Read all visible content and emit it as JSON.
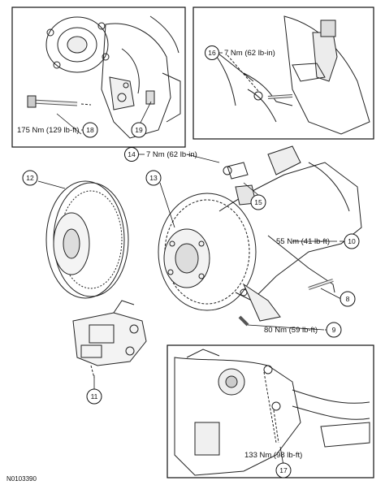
{
  "figure_id": "N0103390",
  "callouts": [
    {
      "num": "12"
    },
    {
      "num": "13"
    },
    {
      "num": "14",
      "torque": "7 Nm (62 lb-in)"
    },
    {
      "num": "15"
    },
    {
      "num": "16",
      "torque": "7 Nm (62 lb-in)"
    },
    {
      "num": "18",
      "torque": "175 Nm (129 lb-ft)"
    },
    {
      "num": "19"
    },
    {
      "num": "10",
      "torque": "55 Nm (41 lb-ft)"
    },
    {
      "num": "8"
    },
    {
      "num": "9",
      "torque": "80 Nm (59 lb-ft)"
    },
    {
      "num": "11"
    },
    {
      "num": "17",
      "torque": "133 Nm (98 lb-ft)"
    }
  ]
}
